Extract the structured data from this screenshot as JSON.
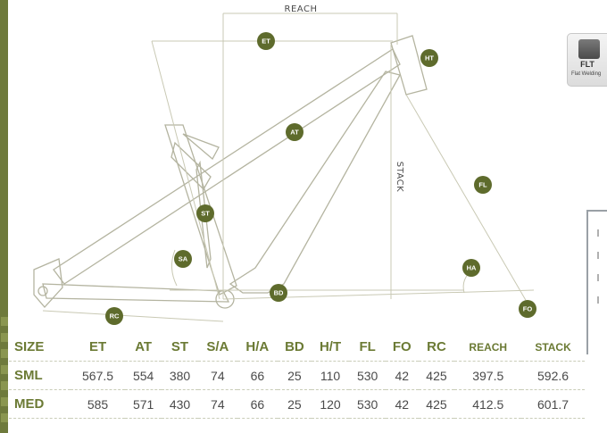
{
  "labels": {
    "reach": "REACH",
    "stack": "STACK",
    "et": "ET",
    "ht": "HT",
    "at": "AT",
    "st": "ST",
    "fl": "FL",
    "sa": "SA",
    "ha": "HA",
    "bd": "BD",
    "rc": "RC",
    "fo": "FO"
  },
  "badge": {
    "code": "FLT",
    "name": "Flat Welding"
  },
  "table": {
    "headers": [
      "SIZE",
      "ET",
      "AT",
      "ST",
      "S/A",
      "H/A",
      "BD",
      "H/T",
      "FL",
      "FO",
      "RC",
      "REACH",
      "STACK"
    ],
    "rows": [
      [
        "SML",
        "567.5",
        "554",
        "380",
        "74",
        "66",
        "25",
        "110",
        "530",
        "42",
        "425",
        "397.5",
        "592.6"
      ],
      [
        "MED",
        "585",
        "571",
        "430",
        "74",
        "66",
        "25",
        "120",
        "530",
        "42",
        "425",
        "412.5",
        "601.7"
      ]
    ]
  },
  "colors": {
    "accent": "#6b7a34",
    "badge": "#5e6b2c",
    "line": "#b9b9a8"
  }
}
